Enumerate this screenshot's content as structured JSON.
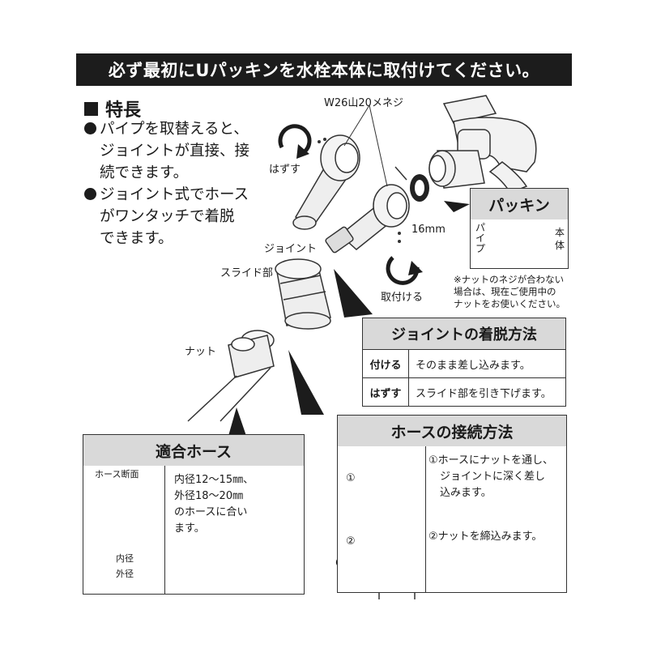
{
  "banner": "必ず最初にUパッキンを水栓本体に取付けてください。",
  "features": {
    "title": "特長",
    "items": [
      [
        "パイプを取替えると、",
        "ジョイントが直接、接",
        "続できます。"
      ],
      [
        "ジョイント式でホース",
        "がワンタッチで着脱",
        "できます。"
      ]
    ]
  },
  "labels": {
    "thread": "W26山20メネジ",
    "remove": "はずす",
    "size": "16mm",
    "joint": "ジョイント",
    "slide": "スライド部",
    "attach": "取付ける",
    "nut": "ナット"
  },
  "packing": {
    "title": "パッキン",
    "pipe": "パイプ",
    "body": "本体",
    "note": [
      "※ナットのネジが合わない",
      "場合は、現在ご使用中の",
      "ナットをお使いください。"
    ]
  },
  "joint_method": {
    "title": "ジョイントの着脱方法",
    "rows": [
      {
        "key": "付ける",
        "value": "そのまま差し込みます。"
      },
      {
        "key": "はずす",
        "value": "スライド部を引き下げます。"
      }
    ]
  },
  "hose_fit": {
    "title": "適合ホース",
    "section_label": "ホース断面",
    "inner": "内径",
    "outer": "外径",
    "text": [
      "内径12～15㎜、",
      "外径18～20㎜",
      "のホースに合い",
      "ます。"
    ]
  },
  "hose_connect": {
    "title": "ホースの接続方法",
    "step1_num": "①",
    "step2_num": "②",
    "steps": [
      [
        "①ホースにナットを通し、",
        "ジョイントに深く差し",
        "込みます。"
      ],
      [
        "②ナットを締込みます。"
      ]
    ]
  }
}
